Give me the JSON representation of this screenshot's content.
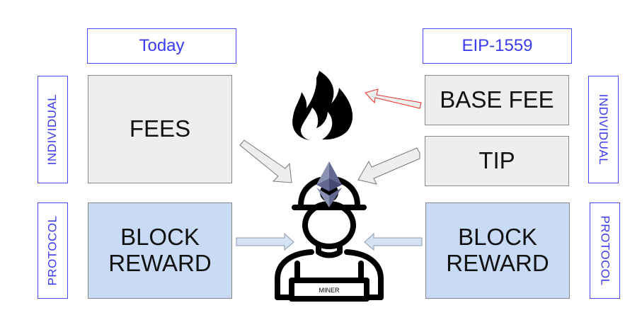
{
  "headers": {
    "today": "Today",
    "eip": "EIP-1559"
  },
  "side_labels": {
    "left_individual": "INDIVIDUAL",
    "left_protocol": "PROTOCOL",
    "right_individual": "INDIVIDUAL",
    "right_protocol": "PROTOCOL"
  },
  "boxes": {
    "fees": "FEES",
    "block_reward_left_1": "BLOCK",
    "block_reward_left_2": "REWARD",
    "base_fee": "BASE FEE",
    "tip": "TIP",
    "block_reward_right_1": "BLOCK",
    "block_reward_right_2": "REWARD"
  },
  "miner": {
    "badge": "MINER"
  },
  "colors": {
    "label_blue": "#3b3bef",
    "grey_box": "#eeeeee",
    "blue_box": "#c9daf5",
    "burn_arrow": "#e8302a",
    "eth_light": "#8a92b2",
    "eth_dark": "#454a75"
  }
}
